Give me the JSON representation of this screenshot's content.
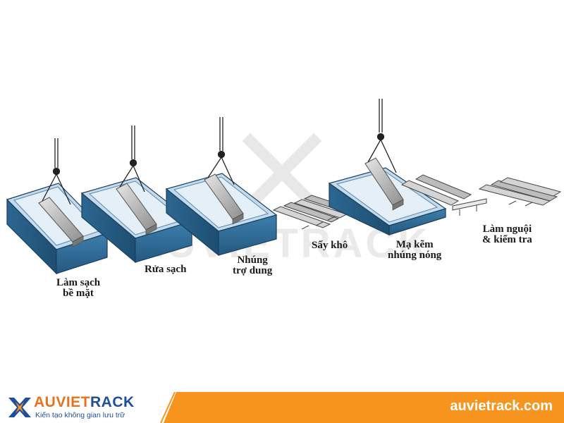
{
  "watermark": {
    "text": "AUVIETRACK"
  },
  "steps": [
    {
      "line1": "Làm sạch",
      "line2": "bề mặt"
    },
    {
      "line1": "Rửa sạch",
      "line2": ""
    },
    {
      "line1": "Nhúng",
      "line2": "trợ dung"
    },
    {
      "line1": "Sấy khô",
      "line2": ""
    },
    {
      "line1": "Mạ kẽm",
      "line2": "nhúng nóng"
    },
    {
      "line1": "Làm nguội",
      "line2": "& kiểm tra"
    }
  ],
  "footer": {
    "brand_part1": "AUVIET",
    "brand_part2": "RACK",
    "tagline": "Kiến tạo không gian lưu trữ",
    "website": "auvietrack.com"
  },
  "colors": {
    "tank_side": "#2e6a95",
    "tank_top": "#b9d4e8",
    "liquid": "#dbe9f4",
    "brand_orange": "#f7941d",
    "brand_blue": "#1f4e9c"
  }
}
